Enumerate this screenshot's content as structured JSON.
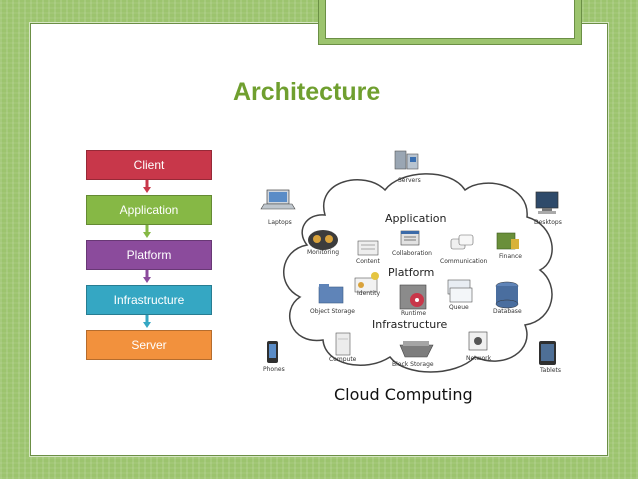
{
  "title": "Architecture",
  "stack": [
    {
      "label": "Client",
      "color": "#c8374a"
    },
    {
      "label": "Application",
      "color": "#86b845"
    },
    {
      "label": "Platform",
      "color": "#8b4b9c"
    },
    {
      "label": "Infrastructure",
      "color": "#35a7c3"
    },
    {
      "label": "Server",
      "color": "#f2913d"
    }
  ],
  "cloud": {
    "title": "Cloud Computing",
    "sections": {
      "application": "Application",
      "platform": "Platform",
      "infrastructure": "Infrastructure"
    },
    "items": {
      "servers": "Servers",
      "laptops": "Laptops",
      "desktops": "Desktops",
      "monitoring": "Monitoring",
      "content": "Content",
      "collaboration": "Collaboration",
      "communication": "Communication",
      "finance": "Finance",
      "identity": "Identity",
      "object_storage": "Object Storage",
      "runtime": "Runtime",
      "queue": "Queue",
      "database": "Database",
      "compute": "Compute",
      "block_storage": "Block Storage",
      "network": "Network",
      "phones": "Phones",
      "tablets": "Tablets"
    }
  }
}
